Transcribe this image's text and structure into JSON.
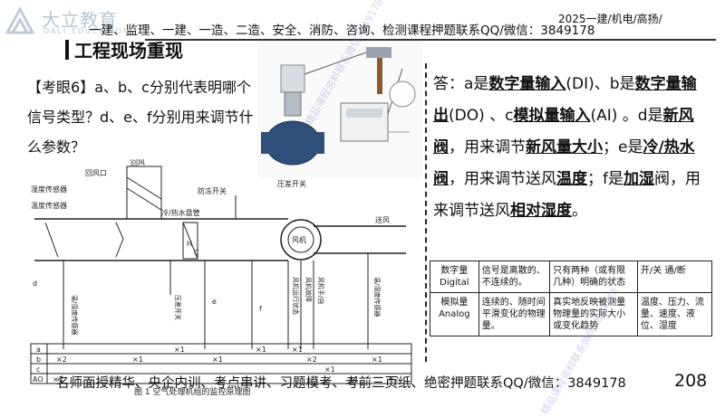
{
  "brand": {
    "name_cn": "大立教育",
    "name_en": "DALI EDUCATION"
  },
  "top_banner": "一建、监理、一建、一造、二造、安全、消防、咨询、检测课程押题联系QQ/微信：3849178",
  "top_right": "2025一建/机电/高扬/",
  "page_title": "工程现场重现",
  "question": {
    "tag": "【考眼6】",
    "text": "a、b、c分别代表明哪个信号类型？d、e、f分别用来调节什么参数？"
  },
  "answer": {
    "p1": "答：a是",
    "k1": "数字量输入",
    "p2": "(DI)、b是",
    "k2": "数字量输出",
    "p3": "(DO) 、c",
    "k3": "模拟量输入",
    "p4": "(AI) 。d是",
    "k4": "新风阀",
    "p5": "，用来调节",
    "k5": "新风量大小",
    "p6": "；e是",
    "k6": "冷/热水阀",
    "p7": "，用来调节送风",
    "k7": "温度",
    "p8": "；f是",
    "k8": "加湿",
    "p9": "阀，用来调节送风",
    "k9": "相对湿度",
    "p10": "。"
  },
  "signal_table": {
    "rows": [
      [
        "数字量 Digital",
        "信号是离散的、不连续的。",
        "只有两种（或有限几种）明确的状态",
        "开/关 通/断"
      ],
      [
        "模拟量 Analog",
        "连续的、随时间平滑变化的物理量。",
        "真实地反映被测量物理量的实际大小或变化趋势",
        "温度、压力、流量、速度、液位、湿度"
      ]
    ]
  },
  "diagram": {
    "labels": {
      "return_air_outlet": "回风口",
      "return_air": "回风",
      "humidity_sensor": "湿度传感器",
      "temp_sensor": "温度传感器",
      "antifreeze": "防冻开关",
      "coil": "冷/热水盘管",
      "dp_switch": "压差开关",
      "fan": "风机",
      "supply_air": "送风",
      "h": "H",
      "c": "C",
      "v1": "温/湿度传感器",
      "v2": "压差开关",
      "v3": "风机运行状态",
      "v4": "风机故障",
      "v5": "风机手/自",
      "v6": "温/湿度传感器",
      "d": "d",
      "e": "e",
      "f": "f",
      "caption": "图 1    空气处理机组的监控原理图"
    },
    "rows": [
      "a",
      "b",
      "c",
      "AO"
    ],
    "marks": [
      "×2",
      "×1",
      "×1",
      "×1",
      "×1",
      "×1",
      "×2",
      "×2",
      "×1",
      "×1",
      "×1",
      "×2"
    ]
  },
  "footer": "名师面授精华、央企内训、考点串讲、习题模考、考前三页纸、绝密押题联系QQ/微信：3849178",
  "page_number": "208",
  "watermark": "精品课程资料联系微信3849178"
}
